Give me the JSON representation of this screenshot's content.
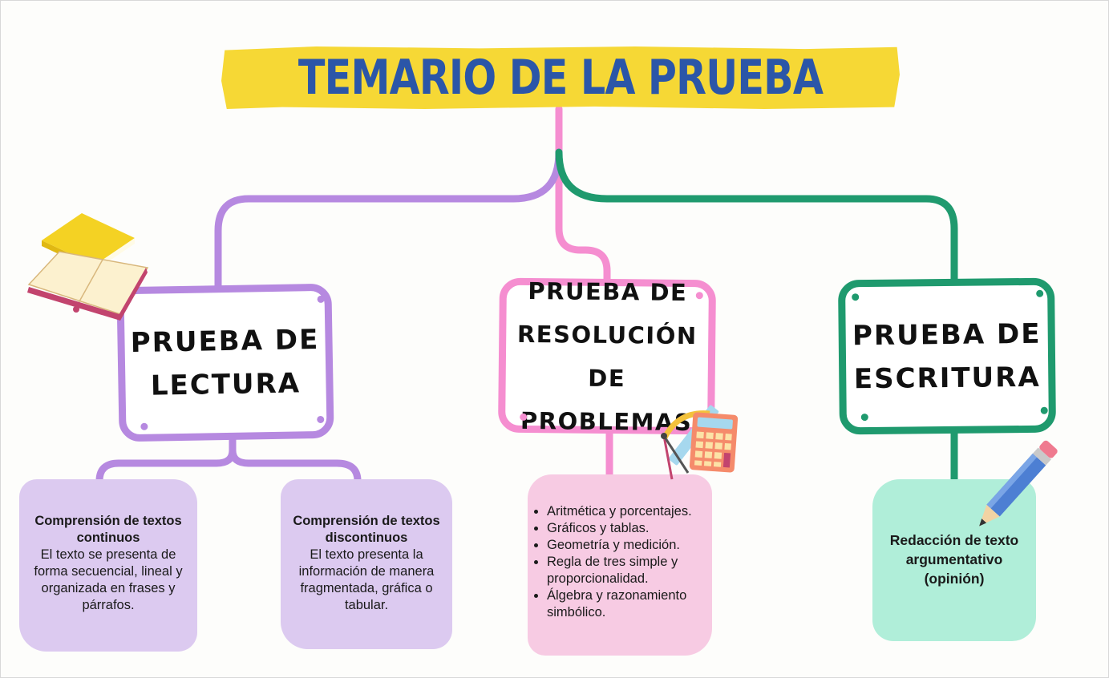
{
  "title": "TEMARIO DE LA PRUEBA",
  "colors": {
    "title_bg": "#f6d835",
    "title_text": "#2b56a8",
    "lectura": "#b689e0",
    "problemas": "#f58ed0",
    "escritura": "#1f9a6e",
    "note_purple": "#dccaf0",
    "note_pink": "#f7cbe3",
    "note_green": "#b0eed9"
  },
  "boxes": {
    "lectura": "PRUEBA DE\nLECTURA",
    "problemas": "PRUEBA DE\nRESOLUCIÓN DE\nPROBLEMAS",
    "escritura": "PRUEBA DE\nESCRITURA"
  },
  "notes": {
    "continuos": {
      "heading": "Comprensión de textos continuos",
      "text": "El texto se presenta de forma secuencial, lineal y organizada en frases y párrafos."
    },
    "discontinuos": {
      "heading": "Comprensión de textos discontinuos",
      "text": "El texto presenta la información de manera fragmentada, gráfica o tabular."
    },
    "problemas": {
      "items": [
        "Aritmética y porcentajes.",
        "Gráficos y tablas.",
        "Geometría y medición.",
        "Regla de tres simple y proporcionalidad.",
        "Álgebra y razonamiento simbólico."
      ]
    },
    "escritura": {
      "heading": "Redacción de texto argumentativo (opinión)"
    }
  },
  "icons": {
    "lectura": "books-icon",
    "problemas": "calculator-ruler-icon",
    "escritura": "pencil-icon"
  }
}
